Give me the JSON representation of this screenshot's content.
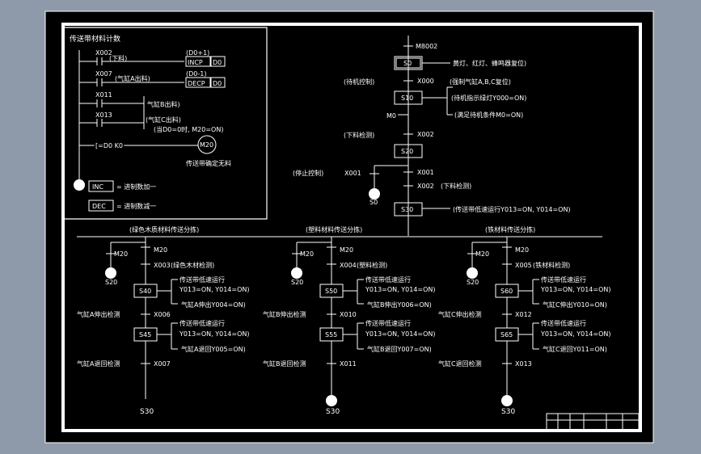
{
  "counter_panel": {
    "title": "传送带材料计数",
    "rows": [
      {
        "contact": "X002",
        "note": "(下料)",
        "coil_top": "(D0+1)",
        "coil": "INCP",
        "reg": "D0"
      },
      {
        "contact": "X007",
        "note": "(气缸A出料)",
        "coil_top": "(D0-1)",
        "coil": "DECP",
        "reg": "D0"
      },
      {
        "contact": "X011",
        "note": "气缸B出料)"
      },
      {
        "contact": "X013",
        "note": "(气缸C出料)"
      }
    ],
    "cmp_note": "(当D0=0时, M20=ON)",
    "cmp_instr": "[=D0  K0",
    "cmp_coil": "M20",
    "cmp_caption": "传送带确定无料",
    "legend": [
      {
        "box": "INC",
        "text": "= 进制数加一"
      },
      {
        "box": "DEC",
        "text": "= 进制数减一"
      }
    ]
  },
  "main_sfc": {
    "init_label": "M8002",
    "s0": "S0",
    "s0_action": "黄灯、红灯、蜂鸣器复位)",
    "t1_left": "(待机控制)",
    "t1": "X000",
    "t1_right": "(强制气缸A,B,C复位)",
    "s10": "S10",
    "s10_action1": "(待机指示绿灯Y000=ON)",
    "m0": "M0",
    "s10_action2": "(满足待机条件M0=ON)",
    "t2_left": "(下料检测)",
    "t2": "X002",
    "s20": "S20",
    "stop_left": "(停止控制)",
    "stop_x": "X001",
    "stop_x2": "X001",
    "stop_target": "S0",
    "t3": "X002",
    "t3_right": "(下料检测)",
    "s30": "S30",
    "s30_action": "(传送带低速运行Y013=ON, Y014=ON)"
  },
  "branches": [
    {
      "title": "(绿色木质材料传送分拣)",
      "m20_top": "M20",
      "m20_left": "M20",
      "jump": "S20",
      "sensor": "X003",
      "sensor_note": "(绿色木材检测)",
      "step1": "S40",
      "a1_l1": "传送带低速运行",
      "a1_l2": "Y013=ON, Y014=ON)",
      "a1_l3": "气缸A伸出Y004=ON)",
      "mid_label": "气缸A伸出检测",
      "mid_x": "X006",
      "step2": "S45",
      "a2_l1": "传送带低速运行",
      "a2_l2": "Y013=ON, Y014=ON)",
      "a2_l3": "气缸A退回Y005=ON)",
      "end_label": "气缸A退回检测",
      "end_x": "X007",
      "end_jump": "S30"
    },
    {
      "title": "(塑料材料传送分拣)",
      "m20_top": "M20",
      "m20_left": "M20",
      "jump": "S20",
      "sensor": "X004",
      "sensor_note": "(塑料检测)",
      "step1": "S50",
      "a1_l1": "传送带低速运行",
      "a1_l2": "Y013=ON, Y014=ON)",
      "a1_l3": "气缸B伸出Y006=ON)",
      "mid_label": "气缸B伸出检测",
      "mid_x": "X010",
      "step2": "S55",
      "a2_l1": "传送带低速运行",
      "a2_l2": "Y013=ON, Y014=ON)",
      "a2_l3": "气缸B退回Y007=ON)",
      "end_label": "气缸B退回检测",
      "end_x": "X011",
      "end_jump": "S30"
    },
    {
      "title": "(铁材料传送分拣)",
      "m20_top": "M20",
      "m20_left": "M20",
      "jump": "S20",
      "sensor": "X005",
      "sensor_note": "(铁材料检测)",
      "step1": "S60",
      "a1_l1": "传送带低速运行",
      "a1_l2": "Y013=ON, Y014=ON)",
      "a1_l3": "气缸C伸出Y010=ON)",
      "mid_label": "气缸C伸出检测",
      "mid_x": "X012",
      "step2": "S65",
      "a2_l1": "传送带低速运行",
      "a2_l2": "Y013=ON, Y014=ON)",
      "a2_l3": "气缸C退回Y011=ON)",
      "end_label": "气缸C退回检测",
      "end_x": "X013",
      "end_jump": "S30"
    }
  ],
  "colors": {
    "canvas": "#8e9aa9",
    "sheet": "#000000",
    "ink": "#ffffff"
  }
}
